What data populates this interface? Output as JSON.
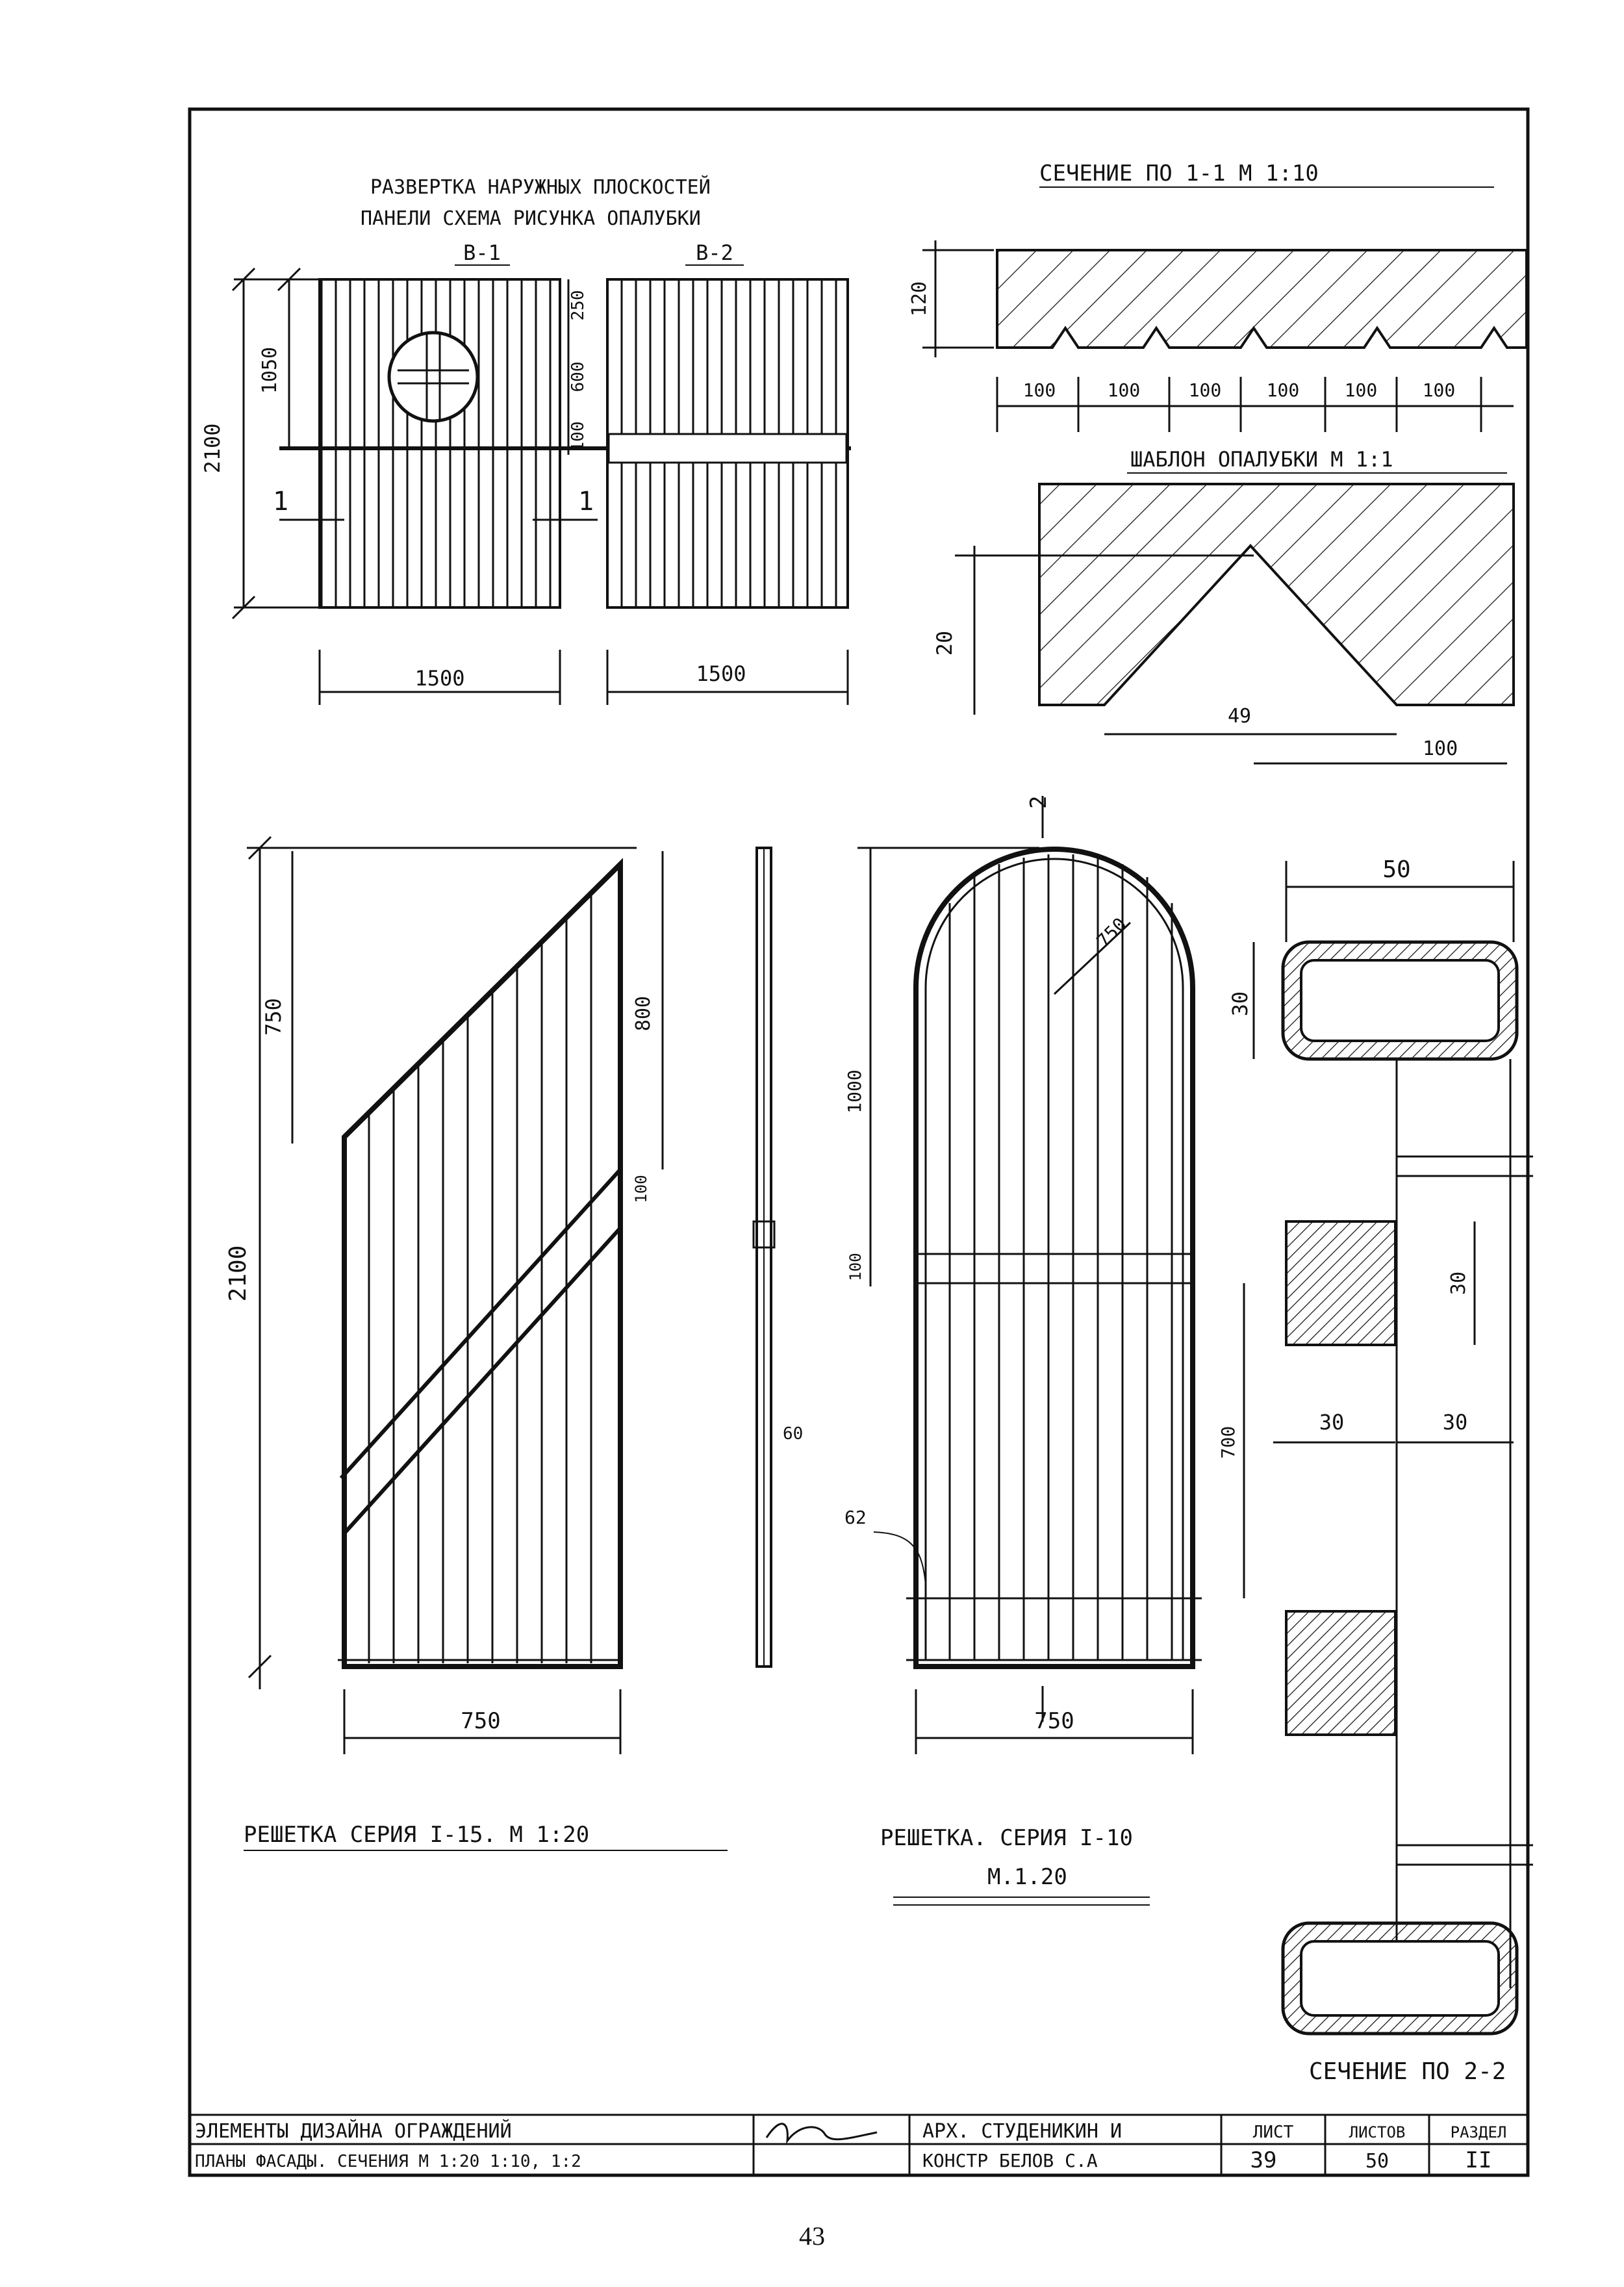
{
  "upper_left": {
    "title_line1": "РАЗВЕРТКА НАРУЖНЫХ ПЛОСКОСТЕЙ",
    "title_line2": "ПАНЕЛИ СХЕМА РИСУНКА ОПАЛУБКИ",
    "panel1_label": "В-1",
    "panel2_label": "В-2",
    "dim_height": "2100",
    "dim_1050": "1050",
    "dim_250": "250",
    "dim_600": "600",
    "dim_100": "100",
    "dim_w1": "1500",
    "dim_w2": "1500",
    "cut_mark_left": "1",
    "cut_mark_right": "1"
  },
  "section_1_1": {
    "title": "СЕЧЕНИЕ ПО 1-1   М 1:10",
    "dim_120": "120",
    "dims": [
      "100",
      "100",
      "100",
      "100",
      "100",
      "100"
    ]
  },
  "template": {
    "title": "ШАБЛОН ОПАЛУБКИ М 1:1",
    "dim_20": "20",
    "dim_49": "49",
    "dim_100": "100"
  },
  "grille_15": {
    "caption": "РЕШЕТКА СЕРИЯ I-15. М 1:20",
    "dim_height": "2100",
    "dim_750_top": "750",
    "dim_800": "800",
    "dim_100": "100",
    "dim_width": "750",
    "dim_60": "60"
  },
  "grille_10": {
    "caption_line1": "РЕШЕТКА. СЕРИЯ I-10",
    "caption_line2": "М.1.20",
    "section_mark": "2",
    "dim_radius": "750",
    "dim_1000": "1000",
    "dim_100": "100",
    "dim_700": "700",
    "dim_62": "62",
    "dim_width": "750"
  },
  "section_2_2": {
    "caption": "СЕЧЕНИЕ ПО 2-2",
    "dim_50": "50",
    "dim_30_a": "30",
    "dim_30_b": "30",
    "dim_30_c": "30",
    "dim_30_d": "30"
  },
  "title_block": {
    "row1_title": "ЭЛЕМЕНТЫ ДИЗАЙНА ОГРАЖДЕНИЙ",
    "row2_title": "ПЛАНЫ ФАСАДЫ. СЕЧЕНИЯ М 1:20 1:10, 1:2",
    "arch": "АРХ. СТУДЕНИКИН И",
    "konstr": "КОНСТР БЕЛОВ С.А",
    "list_label": "ЛИСТ",
    "listov_label": "ЛИСТОВ",
    "razdel_label": "РАЗДЕЛ",
    "list_value": "39",
    "listov_value": "50",
    "razdel_value": "II"
  },
  "page_number": "43"
}
